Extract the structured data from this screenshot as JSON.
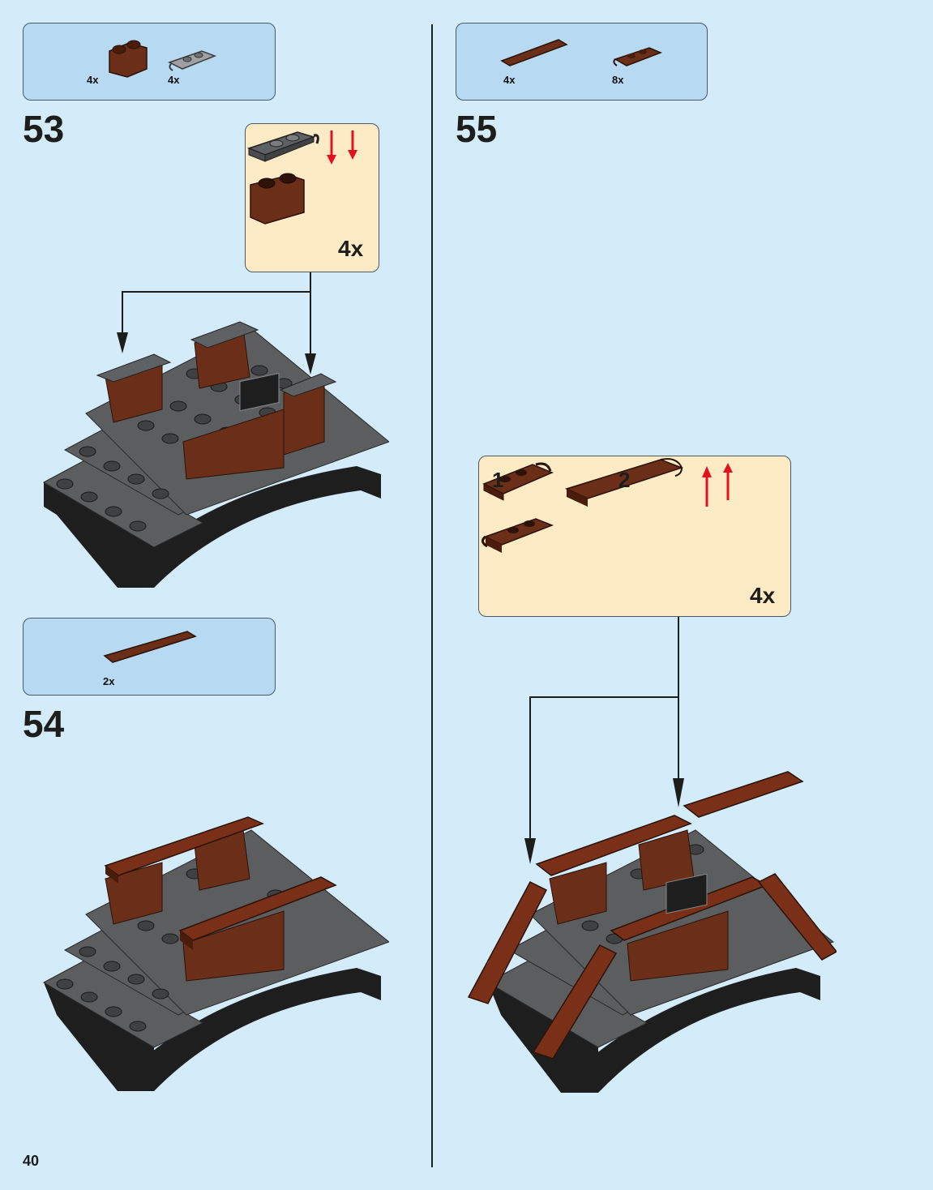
{
  "page_number": "40",
  "steps": [
    {
      "number": "53",
      "parts": [
        {
          "qty": "4x",
          "part": "brown-brick-1x2"
        },
        {
          "qty": "4x",
          "part": "grey-plate-1x2-clip"
        }
      ],
      "callout": {
        "multiplier": "4x"
      }
    },
    {
      "number": "54",
      "parts": [
        {
          "qty": "2x",
          "part": "brown-tile-1x6"
        }
      ]
    },
    {
      "number": "55",
      "parts": [
        {
          "qty": "4x",
          "part": "brown-tile-1x4"
        },
        {
          "qty": "8x",
          "part": "brown-plate-1x2-clip"
        }
      ],
      "callout": {
        "sub_1": "1",
        "sub_2": "2",
        "multiplier": "4x"
      }
    }
  ],
  "colors": {
    "background": "#d4ebfa",
    "parts_box": "#b8d9f2",
    "callout": "#fdebc5",
    "brown": "#6b2e18",
    "dark_grey": "#5b5d5f",
    "black": "#1e1e1e",
    "arrow_red": "#e3111f"
  }
}
